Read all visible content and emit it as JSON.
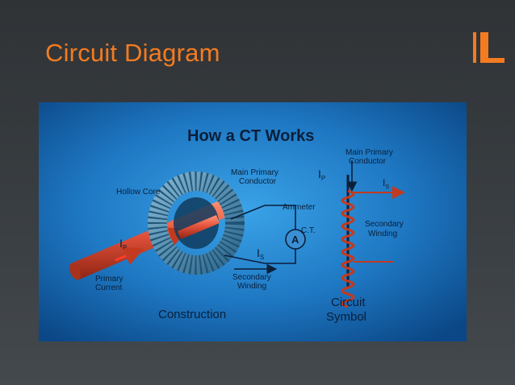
{
  "slide": {
    "title": "Circuit Diagram"
  },
  "diagram": {
    "heading": "How a CT Works",
    "labels": {
      "hollow_core": "Hollow Core",
      "main_primary_left_1": "Main Primary",
      "main_primary_left_2": "Conductor",
      "ammeter": "Ammeter",
      "ammeter_symbol": "A",
      "ip_left": "I",
      "ip_left_sub": "P",
      "is_mid": "I",
      "is_mid_sub": "S",
      "primary_current_1": "Primary",
      "primary_current_2": "Current",
      "secondary_winding_left_1": "Secondary",
      "secondary_winding_left_2": "Winding",
      "construction": "Construction",
      "main_primary_right_1": "Main Primary",
      "main_primary_right_2": "Conductor",
      "ip_right": "I",
      "ip_right_sub": "P",
      "is_right": "I",
      "is_right_sub": "S",
      "ct": "C.T.",
      "secondary_winding_right_1": "Secondary",
      "secondary_winding_right_2": "Winding",
      "circuit_symbol_1": "Circuit",
      "circuit_symbol_2": "Symbol"
    },
    "colors": {
      "accent": "#f47b20",
      "bg_center": "#2f8fd8",
      "bg_edge": "#0d4f8f",
      "conductor": "#e8563a",
      "coil": "#c23a1f",
      "text_dark": "#0a1f3a",
      "text_light": "#ffffff"
    }
  }
}
